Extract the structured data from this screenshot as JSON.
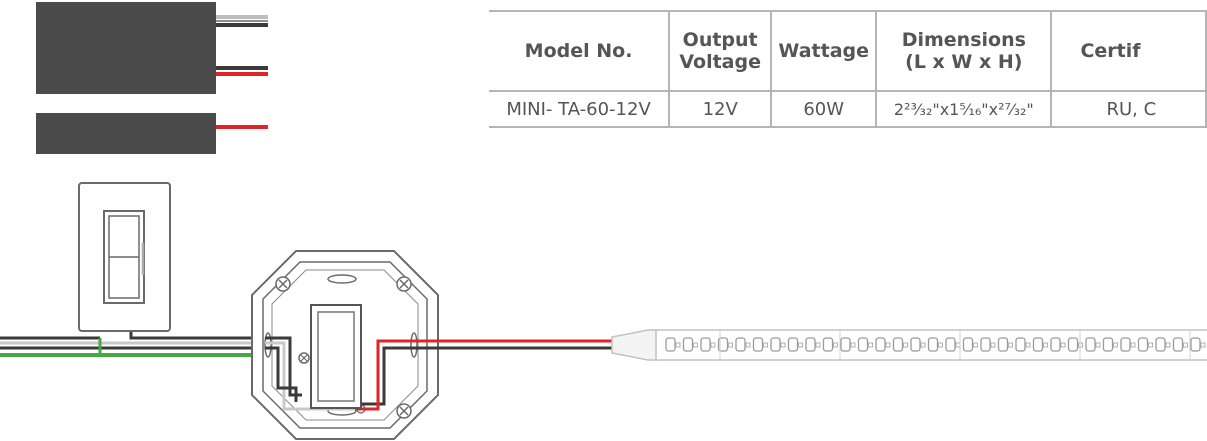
{
  "spec_table": {
    "headers": [
      "Model No.",
      "Output\nVoltage",
      "Wattage",
      "Dimensions\n(L x W x H)",
      "Certif"
    ],
    "row": [
      "MINI- TA-60-12V",
      "12V",
      "60W",
      "2²³⁄₃₂\"x1⁵⁄₁₆\"x²⁷⁄₃₂\"",
      "RU, C"
    ]
  },
  "colors": {
    "wire_red": "#e0242a",
    "wire_black": "#3a3a3a",
    "wire_white": "#c9c9c9",
    "wire_green": "#46a845",
    "driver_body": "#4b4b4b",
    "table_border": "#b5b5b5",
    "table_text": "#555555"
  },
  "icons": [
    "led-driver-icon",
    "led-driver-slim-icon",
    "dimmer-switch-icon",
    "junction-box-icon",
    "led-strip-icon"
  ]
}
